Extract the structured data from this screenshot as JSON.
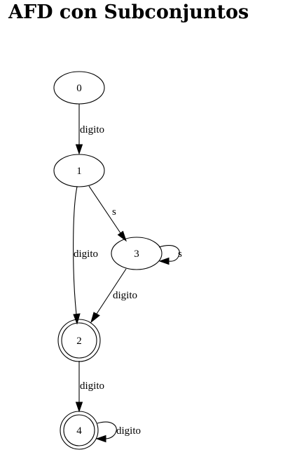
{
  "title": "AFD con Subconjuntos",
  "states": {
    "s0": {
      "label": "0",
      "accepting": false
    },
    "s1": {
      "label": "1",
      "accepting": false
    },
    "s2": {
      "label": "2",
      "accepting": true
    },
    "s3": {
      "label": "3",
      "accepting": false
    },
    "s4": {
      "label": "4",
      "accepting": true
    }
  },
  "transitions": {
    "t01": {
      "from": "0",
      "to": "1",
      "label": "digito"
    },
    "t12": {
      "from": "1",
      "to": "2",
      "label": "digito"
    },
    "t13": {
      "from": "1",
      "to": "3",
      "label": "s"
    },
    "t33": {
      "from": "3",
      "to": "3",
      "label": "s"
    },
    "t32": {
      "from": "3",
      "to": "2",
      "label": "digito"
    },
    "t24": {
      "from": "2",
      "to": "4",
      "label": "digito"
    },
    "t44": {
      "from": "4",
      "to": "4",
      "label": "digito"
    }
  }
}
